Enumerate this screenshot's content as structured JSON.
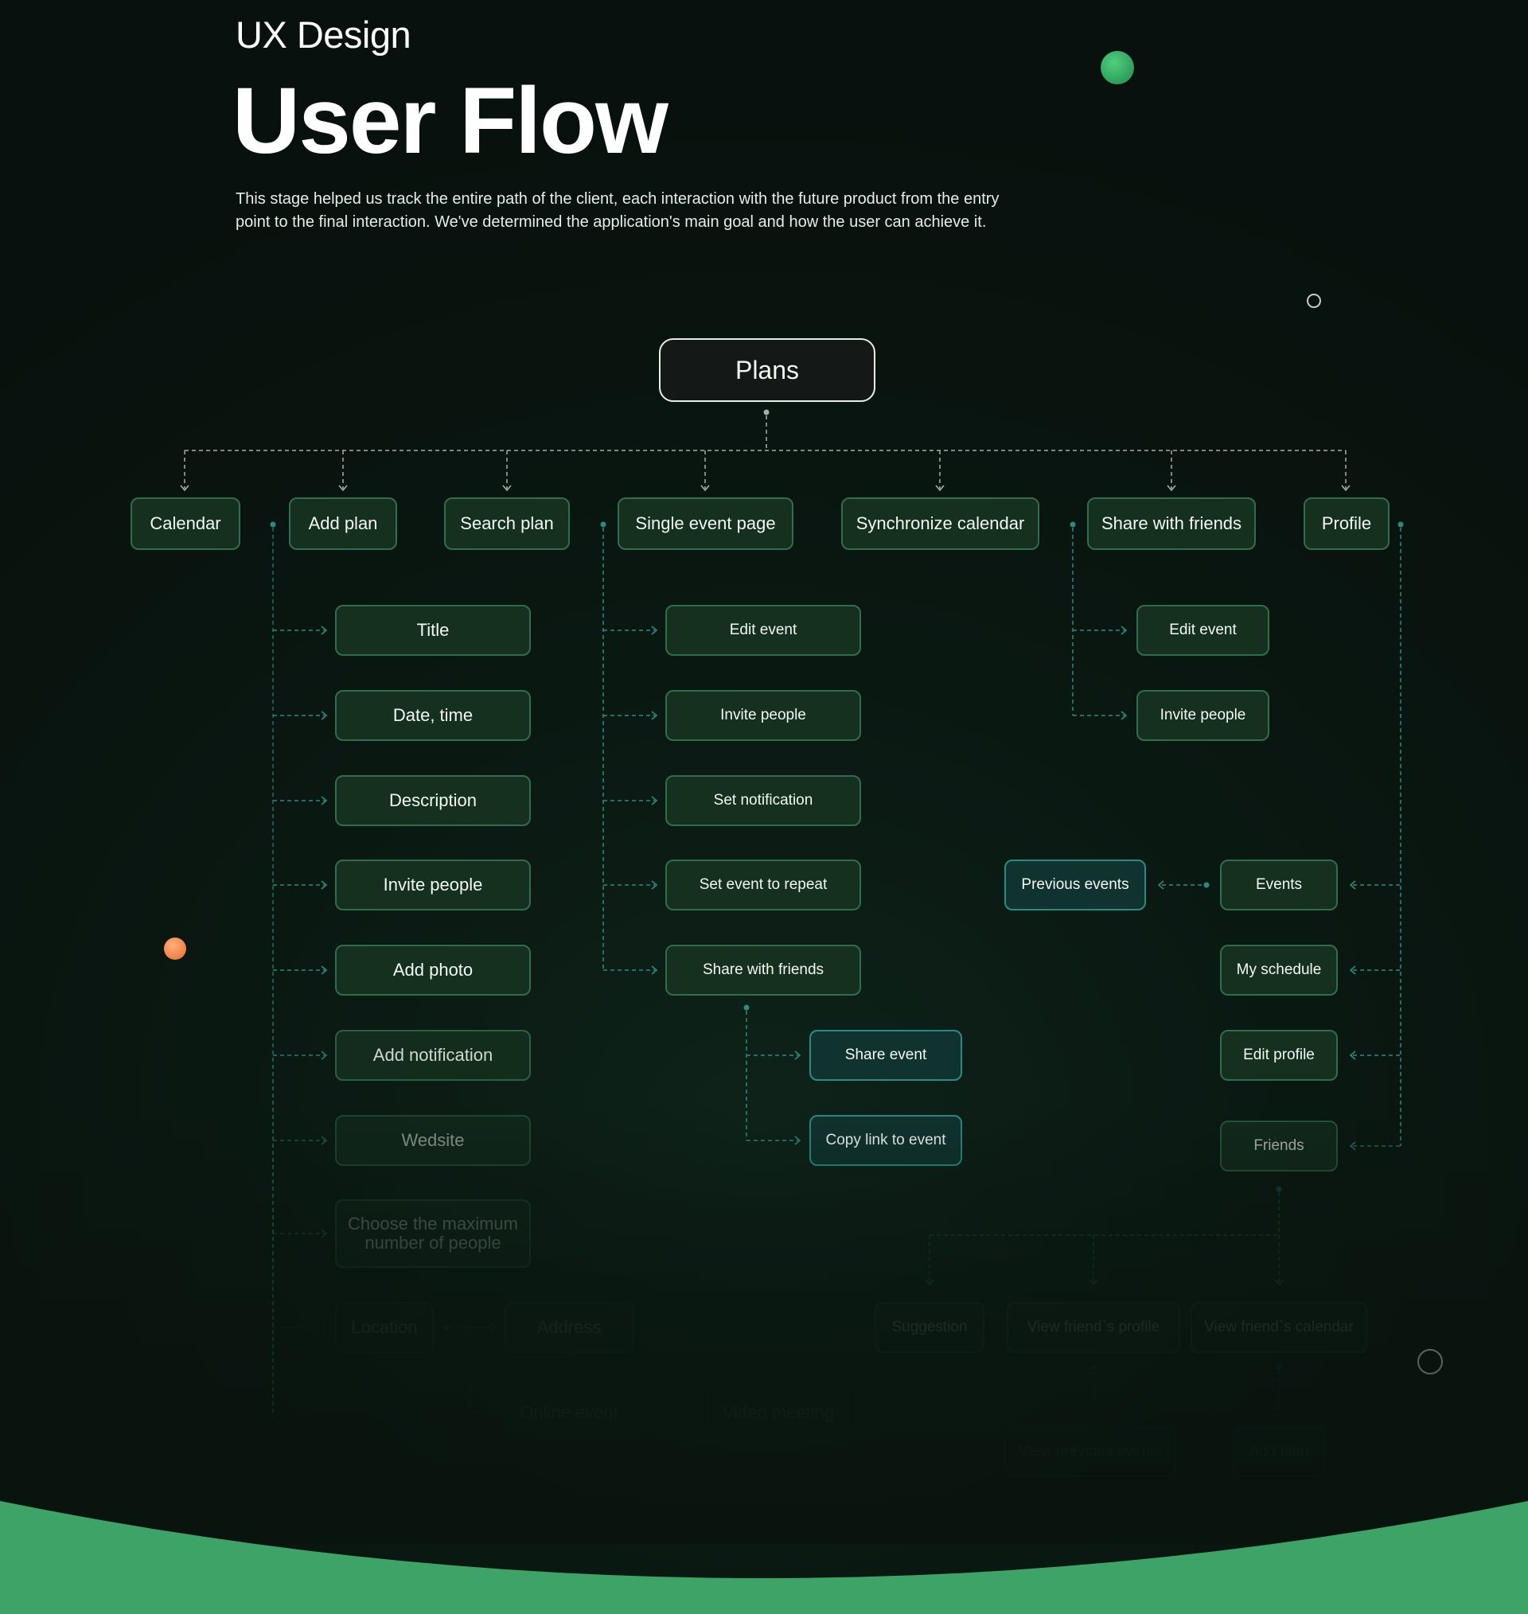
{
  "header": {
    "subtitle": "UX Design",
    "title": "User Flow",
    "description": "This stage helped us track the entire path of the client, each interaction with the future product from the entry point to the final interaction. We've determined the application's main goal and how the user can achieve it."
  },
  "colors": {
    "background": "#0a1812",
    "node_fill": "#15301f",
    "node_border": "#2f6d4d",
    "connector": "#9fb2a8",
    "teal_connector": "#2a8c80",
    "accent_green": "#3da366",
    "accent_orange": "#f08a4b"
  },
  "diagram": {
    "root": "Plans",
    "categories": [
      "Calendar",
      "Add plan",
      "Search plan",
      "Single event page",
      "Synchronize calendar",
      "Share with friends",
      "Profile"
    ],
    "add_plan_steps": [
      "Title",
      "Date, time",
      "Description",
      "Invite people",
      "Add photo",
      "Add notification",
      "Wedsite",
      "Choose the maximum number of people",
      "Location"
    ],
    "location_options": [
      "Address",
      "Online event",
      "Video meeting"
    ],
    "single_event_actions": [
      "Edit event",
      "Invite people",
      "Set notification",
      "Set event to repeat",
      "Share with friends"
    ],
    "share_options": [
      "Share event",
      "Copy link to event"
    ],
    "share_with_friends_actions": [
      "Edit event",
      "Invite people"
    ],
    "profile_items": [
      "Events",
      "My schedule",
      "Edit profile",
      "Friends"
    ],
    "events_child": "Previous events",
    "friends_options": [
      "Suggestion",
      "View friend`s profile",
      "View friend`s calendar"
    ],
    "friend_profile_child": "View previous events",
    "friend_calendar_child": "Add plan"
  }
}
